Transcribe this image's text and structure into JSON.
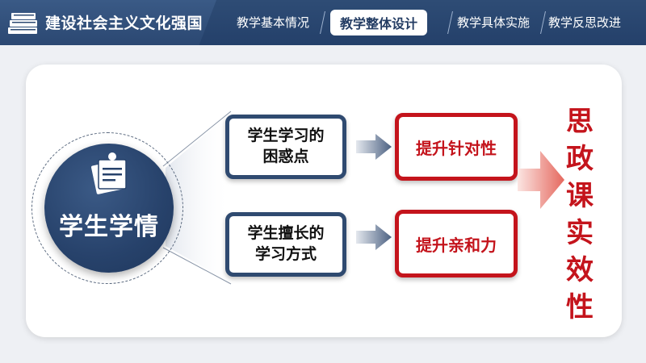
{
  "header": {
    "brand_title": "建设社会主义文化强国",
    "tabs": [
      {
        "label": "教学基本情况",
        "active": false
      },
      {
        "label": "教学整体设计",
        "active": true
      },
      {
        "label": "教学具体实施",
        "active": false
      },
      {
        "label": "教学反思改进",
        "active": false
      }
    ]
  },
  "diagram": {
    "center": {
      "label": "学生学情",
      "icon": "note-icon"
    },
    "items": [
      {
        "issue": "学生学习的\n困惑点",
        "result": "提升针对性"
      },
      {
        "issue": "学生擅长的\n学习方式",
        "result": "提升亲和力"
      }
    ],
    "goal": [
      "思",
      "政",
      "课",
      "实",
      "效",
      "性"
    ]
  },
  "colors": {
    "navy": "#2f4a70",
    "red": "#c4141c",
    "header_bg": "#24406a"
  }
}
